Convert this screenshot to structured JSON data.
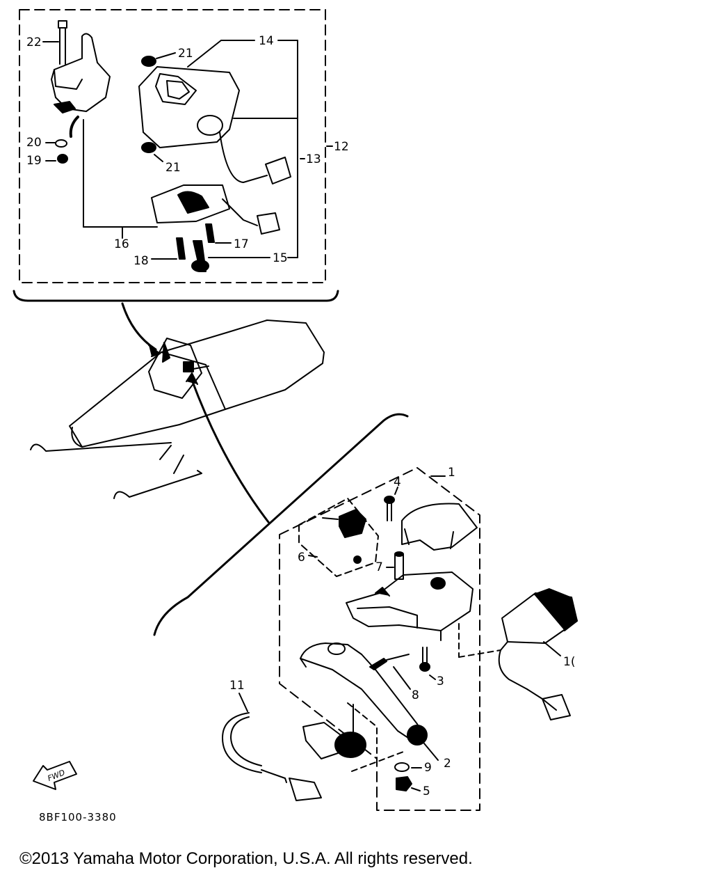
{
  "callouts": [
    "1",
    "2",
    "3",
    "4",
    "5",
    "6",
    "7",
    "8",
    "9",
    "1(",
    "11",
    "12",
    "13",
    "14",
    "15",
    "16",
    "17",
    "18",
    "19",
    "20",
    "21",
    "21",
    "22"
  ],
  "fwd_label": "FWD",
  "diagram_code": "8BF100-3380",
  "copyright": "©2013 Yamaha Motor Corporation, U.S.A. All rights reserved."
}
